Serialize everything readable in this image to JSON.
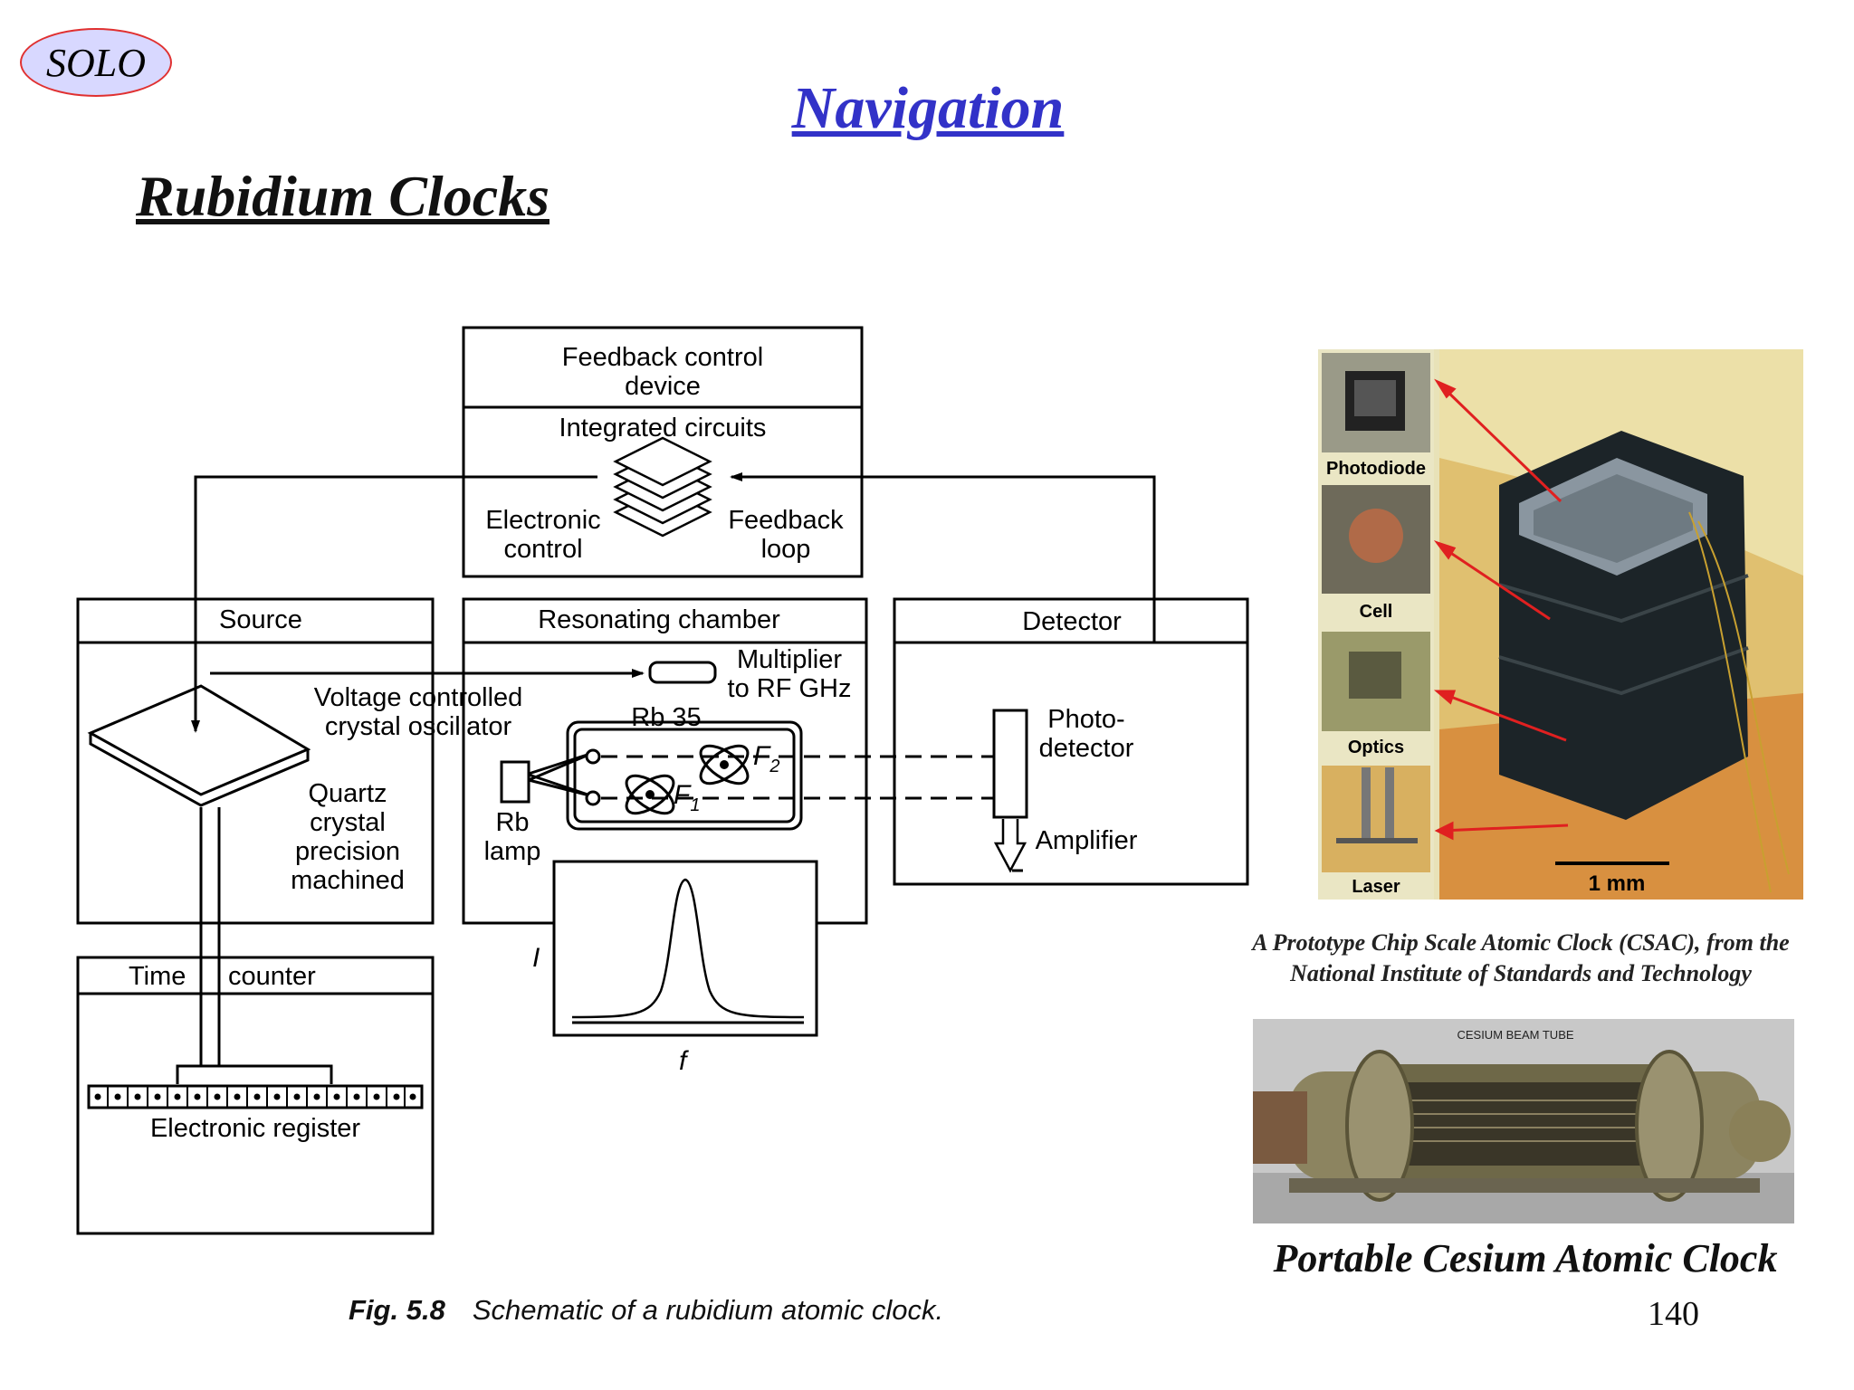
{
  "header": {
    "logo": "SOLO",
    "title": "Navigation",
    "subtitle": "Rubidium Clocks",
    "page_number": "140"
  },
  "diagram": {
    "feedback_box_title": [
      "Feedback control",
      "device"
    ],
    "integrated_circuits": "Integrated circuits",
    "electronic_control": [
      "Electronic",
      "control"
    ],
    "feedback_loop": [
      "Feedback",
      "loop"
    ],
    "source_title": "Source",
    "vco": [
      "Voltage controlled",
      "crystal oscillator"
    ],
    "quartz": [
      "Quartz",
      "crystal",
      "precision",
      "machined"
    ],
    "chamber_title": "Resonating chamber",
    "multiplier": [
      "Multiplier",
      "to RF GHz"
    ],
    "rb35": "Rb 35",
    "f2": "F",
    "f2_sub": "2",
    "f1": "F",
    "f1_sub": "1",
    "rb_lamp": [
      "Rb",
      "lamp"
    ],
    "detector_title": "Detector",
    "photodetector": [
      "Photo-",
      "detector"
    ],
    "amplifier": "Amplifier",
    "time_counter": [
      "Time",
      "counter"
    ],
    "electronic_register": "Electronic register",
    "plot_ylabel": "I",
    "plot_xlabel": "f"
  },
  "figure_caption": {
    "label": "Fig. 5.8",
    "text": "Schematic of a rubidium atomic clock."
  },
  "csac": {
    "labels": [
      "Photodiode",
      "Cell",
      "Optics",
      "Laser"
    ],
    "scale": "1 mm",
    "caption": [
      "A Prototype Chip Scale Atomic Clock (CSAC), from the",
      "National Institute of Standards and Technology"
    ]
  },
  "cesium": {
    "tube_label": "CESIUM BEAM TUBE",
    "caption": "Portable Cesium Atomic Clock"
  },
  "colors": {
    "title_blue": "#3232c8",
    "logo_fill": "#d8d8ff",
    "logo_border": "#e03030",
    "arrow_red": "#e02020"
  }
}
